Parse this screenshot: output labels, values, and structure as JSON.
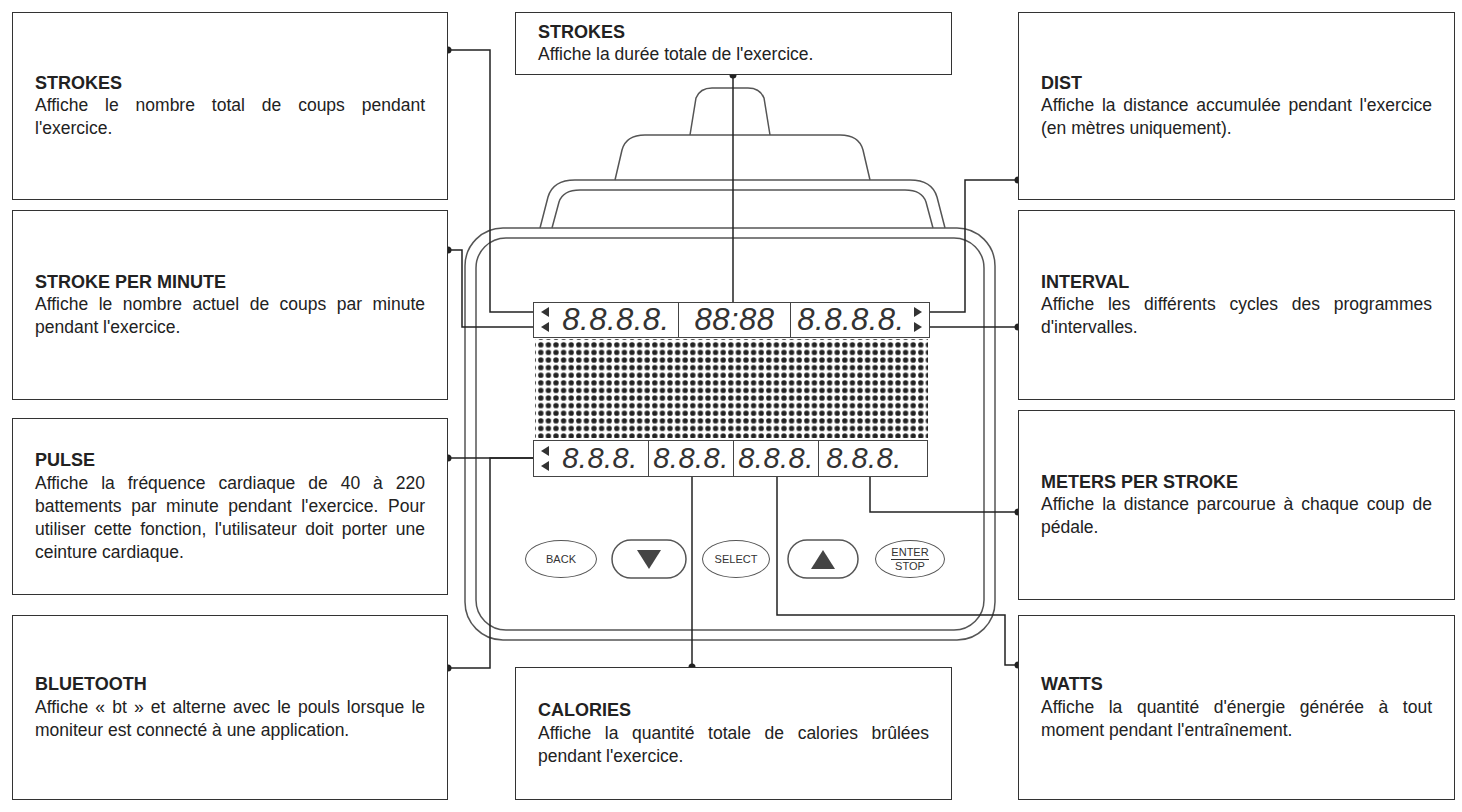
{
  "diagram": {
    "nodes": [
      {
        "text": [
          "STROKES",
          "Affiche le nombre total de coups pendant l'exercice."
        ]
      },
      {
        "text": [
          "STROKES",
          "Affiche la durée totale de l'exercice."
        ]
      },
      {
        "text": [
          "DIST",
          "Affiche la distance accumulée pendant l'exercice (en mètres uniquement)."
        ]
      },
      {
        "text": [
          "STROKE PER MINUTE",
          "Affiche le nombre actuel de coups par minute pendant l'exercice."
        ]
      },
      {
        "text": [
          "INTERVAL",
          "Affiche les différents cycles des programmes d'intervalles."
        ]
      },
      {
        "text": [
          "PULSE",
          "Affiche la fréquence cardiaque de 40 à 220 battements par minute pendant l'exercice. Pour utiliser cette fonction, l'utilisateur doit porter une ceinture cardiaque."
        ]
      },
      {
        "text": [
          "METERS PER STROKE",
          "Affiche la distance parcourue à chaque coup de pédale."
        ]
      },
      {
        "text": [
          "BLUETOOTH",
          "Affiche « bt » et alterne avec le pouls lorsque le moniteur est connecté à une application."
        ]
      },
      {
        "text": [
          "CALORIES",
          "Affiche la quantité totale de calories brûlées pendant l'exercice."
        ]
      },
      {
        "text": [
          "WATTS",
          "Affiche la quantité d'énergie générée à tout moment pendant l'entraînement."
        ]
      },
      {
        "text": [
          "8.8.8.8."
        ]
      },
      {
        "text": [
          "88:88"
        ]
      },
      {
        "text": [
          "8.8.8.8."
        ]
      },
      {
        "text": [
          "8.8.8."
        ]
      },
      {
        "text": [
          "8.8.8."
        ]
      },
      {
        "text": [
          "8.8.8."
        ]
      },
      {
        "text": [
          "8.8.8."
        ]
      },
      {
        "text": [
          "BACK"
        ]
      },
      {
        "text": [
          "SELECT"
        ]
      },
      {
        "text": [
          "ENTER",
          "STOP"
        ]
      }
    ],
    "edges": [
      {
        "from": 0,
        "to": 10,
        "arrow": "none"
      },
      {
        "from": 1,
        "to": 11,
        "arrow": "none"
      },
      {
        "from": 2,
        "to": 12,
        "arrow": "none"
      },
      {
        "from": 3,
        "to": 10,
        "arrow": "none"
      },
      {
        "from": 4,
        "to": 12,
        "arrow": "none"
      },
      {
        "from": 5,
        "to": 13,
        "arrow": "none"
      },
      {
        "from": 6,
        "to": 16,
        "arrow": "none"
      },
      {
        "from": 7,
        "to": 13,
        "arrow": "none"
      },
      {
        "from": 8,
        "to": 14,
        "arrow": "none"
      },
      {
        "from": 9,
        "to": 15,
        "arrow": "none"
      }
    ]
  }
}
